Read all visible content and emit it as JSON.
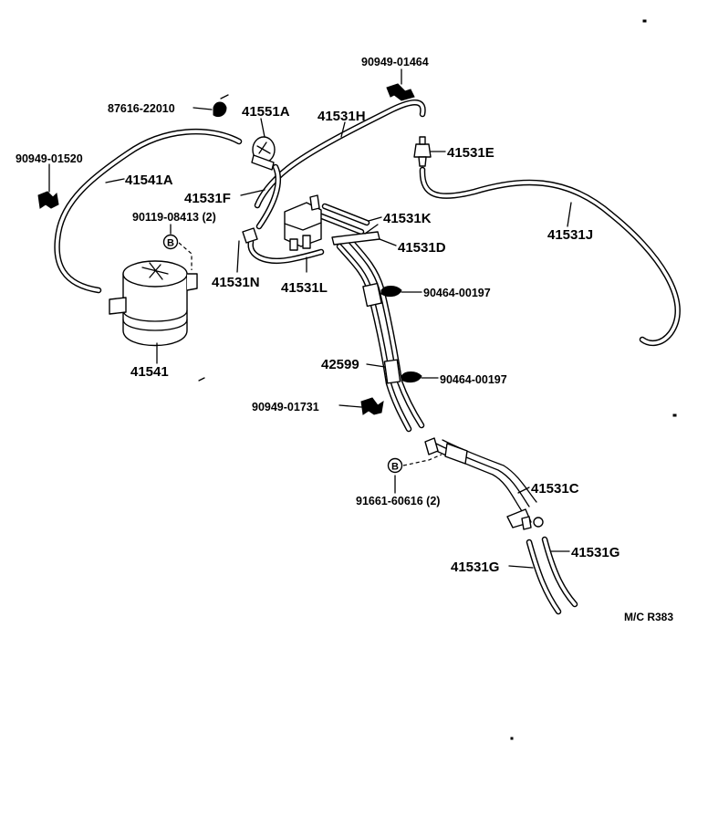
{
  "diagram": {
    "code": "M/C R383",
    "labels": {
      "p_90949_01464": "90949-01464",
      "p_87616_22010": "87616-22010",
      "p_41551A": "41551A",
      "p_41531H": "41531H",
      "p_41531E": "41531E",
      "p_90949_01520": "90949-01520",
      "p_41541A": "41541A",
      "p_41531F": "41531F",
      "p_90119_08413": "90119-08413 (2)",
      "p_41531K": "41531K",
      "p_41531D": "41531D",
      "p_41531J": "41531J",
      "p_41531N": "41531N",
      "p_41531L": "41531L",
      "p_90464_00197_a": "90464-00197",
      "p_41541": "41541",
      "p_42599": "42599",
      "p_90464_00197_b": "90464-00197",
      "p_90949_01731": "90949-01731",
      "p_41531C": "41531C",
      "p_91661_60616": "91661-60616 (2)",
      "p_41531G_a": "41531G",
      "p_41531G_b": "41531G"
    },
    "bolt_marker": "B"
  }
}
